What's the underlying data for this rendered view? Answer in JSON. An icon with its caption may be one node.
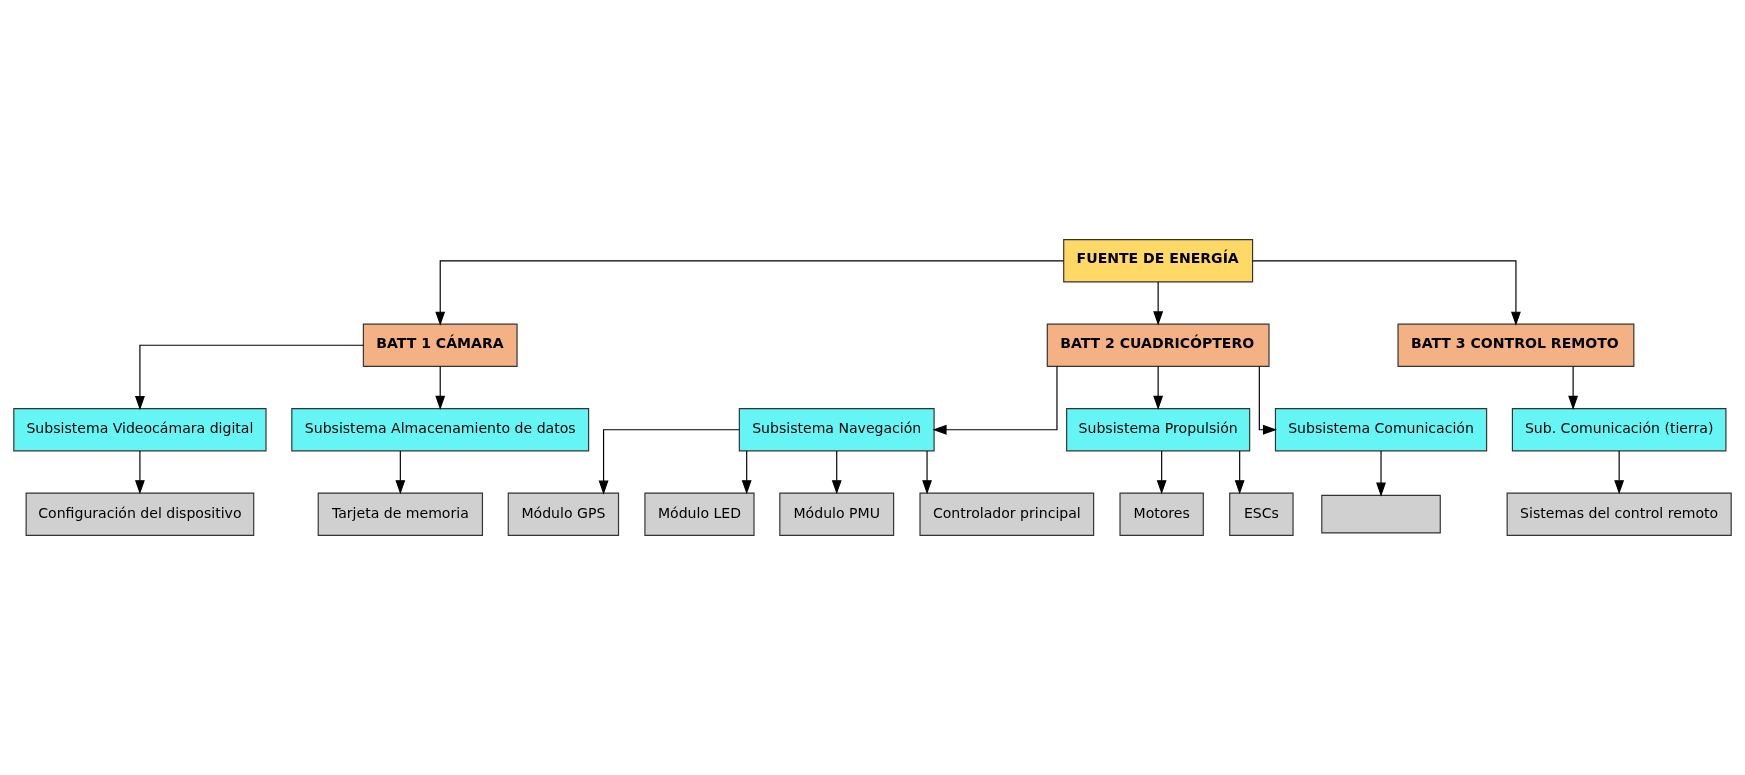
{
  "diagram": {
    "nodes": [
      {
        "text": [
          "FUENTE DE ENERGÍA"
        ]
      },
      {
        "text": [
          "BATT 1 CÁMARA"
        ]
      },
      {
        "text": [
          "BATT 2 CUADRICÓPTERO"
        ]
      },
      {
        "text": [
          "BATT 3 CONTROL REMOTO"
        ]
      },
      {
        "text": [
          "Subsistema Videocámara digital"
        ]
      },
      {
        "text": [
          "Subsistema Almacenamiento de datos"
        ]
      },
      {
        "text": [
          "Subsistema Navegación"
        ]
      },
      {
        "text": [
          "Subsistema Propulsión"
        ]
      },
      {
        "text": [
          "Subsistema Comunicación"
        ]
      },
      {
        "text": [
          "Sub. Comunicación (tierra)"
        ]
      },
      {
        "text": [
          "Configuración del dispositivo"
        ]
      },
      {
        "text": [
          "Tarjeta de memoria"
        ]
      },
      {
        "text": [
          "Módulo GPS"
        ]
      },
      {
        "text": [
          "Módulo LED"
        ]
      },
      {
        "text": [
          "Módulo PMU"
        ]
      },
      {
        "text": [
          "Controlador principal"
        ]
      },
      {
        "text": [
          "Motores"
        ]
      },
      {
        "text": [
          "ESCs"
        ]
      },
      {
        "text": [],
        "shape": "box"
      },
      {
        "text": [
          "Sistemas del control remoto"
        ]
      }
    ],
    "edges": [
      {
        "from": 0,
        "to": 1,
        "arrow": "to"
      },
      {
        "from": 0,
        "to": 2,
        "arrow": "to"
      },
      {
        "from": 0,
        "to": 3,
        "arrow": "to"
      },
      {
        "from": 1,
        "to": 4,
        "arrow": "to"
      },
      {
        "from": 1,
        "to": 5,
        "arrow": "to"
      },
      {
        "from": 2,
        "to": 6,
        "arrow": "to"
      },
      {
        "from": 2,
        "to": 7,
        "arrow": "to"
      },
      {
        "from": 2,
        "to": 8,
        "arrow": "to"
      },
      {
        "from": 3,
        "to": 9,
        "arrow": "to"
      },
      {
        "from": 4,
        "to": 10,
        "arrow": "to"
      },
      {
        "from": 5,
        "to": 11,
        "arrow": "to"
      },
      {
        "from": 6,
        "to": 12,
        "arrow": "to"
      },
      {
        "from": 6,
        "to": 13,
        "arrow": "to"
      },
      {
        "from": 6,
        "to": 14,
        "arrow": "to"
      },
      {
        "from": 6,
        "to": 15,
        "arrow": "to"
      },
      {
        "from": 7,
        "to": 16,
        "arrow": "to"
      },
      {
        "from": 7,
        "to": 17,
        "arrow": "to"
      },
      {
        "from": 8,
        "to": 18,
        "arrow": "to"
      },
      {
        "from": 9,
        "to": 19,
        "arrow": "to"
      }
    ]
  }
}
